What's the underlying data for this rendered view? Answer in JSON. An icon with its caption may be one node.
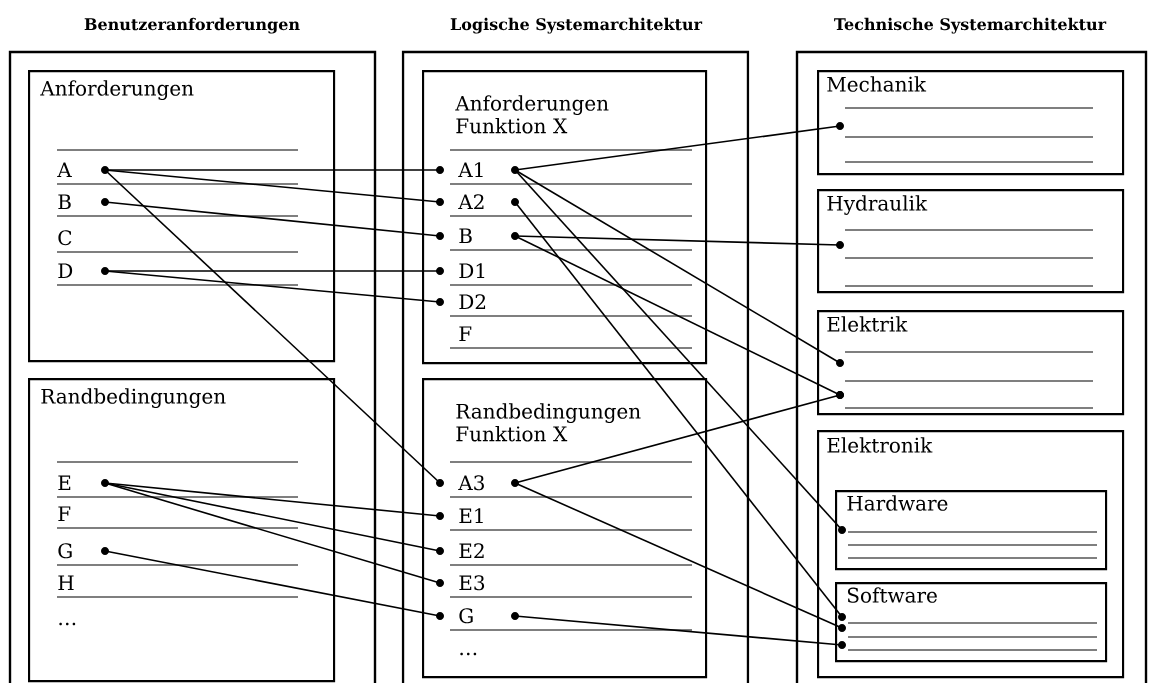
{
  "diagram": {
    "nodes": [
      {
        "text": [
          "Benutzeranforderungen"
        ]
      },
      {
        "text": [
          "Anforderungen"
        ],
        "in": 0
      },
      {
        "text": [
          "Randbedingungen"
        ],
        "in": 0
      },
      {
        "text": [
          "Logische Systemarchitektur"
        ]
      },
      {
        "text": [
          "Anforderungen Funktion X"
        ],
        "in": 3
      },
      {
        "text": [
          "Randbedingungen Funktion X"
        ],
        "in": 3
      },
      {
        "text": [
          "Technische Systemarchitektur"
        ]
      },
      {
        "text": [
          "Mechanik"
        ],
        "in": 6
      },
      {
        "text": [
          "Hydraulik"
        ],
        "in": 6
      },
      {
        "text": [
          "Elektrik"
        ],
        "in": 6
      },
      {
        "text": [
          "Elektronik"
        ],
        "in": 6
      },
      {
        "text": [
          "Hardware"
        ],
        "in": 10
      },
      {
        "text": [
          "Software"
        ],
        "in": 10
      },
      {
        "text": [
          "A"
        ],
        "in": 1
      },
      {
        "text": [
          "B"
        ],
        "in": 1
      },
      {
        "text": [
          "C"
        ],
        "in": 1
      },
      {
        "text": [
          "D"
        ],
        "in": 1
      },
      {
        "text": [
          "E"
        ],
        "in": 2
      },
      {
        "text": [
          "F"
        ],
        "in": 2
      },
      {
        "text": [
          "G"
        ],
        "in": 2
      },
      {
        "text": [
          "H"
        ],
        "in": 2
      },
      {
        "text": [
          "…"
        ],
        "in": 2
      },
      {
        "text": [
          "A1"
        ],
        "in": 4
      },
      {
        "text": [
          "A2"
        ],
        "in": 4
      },
      {
        "text": [
          "B"
        ],
        "in": 4
      },
      {
        "text": [
          "D1"
        ],
        "in": 4
      },
      {
        "text": [
          "D2"
        ],
        "in": 4
      },
      {
        "text": [
          "F"
        ],
        "in": 4
      },
      {
        "text": [
          "A3"
        ],
        "in": 5
      },
      {
        "text": [
          "E1"
        ],
        "in": 5
      },
      {
        "text": [
          "E2"
        ],
        "in": 5
      },
      {
        "text": [
          "E3"
        ],
        "in": 5
      },
      {
        "text": [
          "G"
        ],
        "in": 5
      },
      {
        "text": [
          "…"
        ],
        "in": 5
      }
    ],
    "edges": [
      {
        "from": 13,
        "to": 22,
        "arrow": "none"
      },
      {
        "from": 13,
        "to": 23,
        "arrow": "none"
      },
      {
        "from": 13,
        "to": 28,
        "arrow": "none"
      },
      {
        "from": 14,
        "to": 24,
        "arrow": "none"
      },
      {
        "from": 16,
        "to": 25,
        "arrow": "none"
      },
      {
        "from": 16,
        "to": 26,
        "arrow": "none"
      },
      {
        "from": 17,
        "to": 29,
        "arrow": "none"
      },
      {
        "from": 17,
        "to": 30,
        "arrow": "none"
      },
      {
        "from": 17,
        "to": 31,
        "arrow": "none"
      },
      {
        "from": 19,
        "to": 32,
        "arrow": "none"
      },
      {
        "from": 22,
        "to": 7,
        "arrow": "none"
      },
      {
        "from": 22,
        "to": 9,
        "arrow": "none"
      },
      {
        "from": 22,
        "to": 11,
        "arrow": "none"
      },
      {
        "from": 23,
        "to": 12,
        "arrow": "none"
      },
      {
        "from": 24,
        "to": 8,
        "arrow": "none"
      },
      {
        "from": 24,
        "to": 9,
        "arrow": "none"
      },
      {
        "from": 28,
        "to": 9,
        "arrow": "none"
      },
      {
        "from": 28,
        "to": 12,
        "arrow": "none"
      },
      {
        "from": 32,
        "to": 12,
        "arrow": "none"
      }
    ]
  }
}
